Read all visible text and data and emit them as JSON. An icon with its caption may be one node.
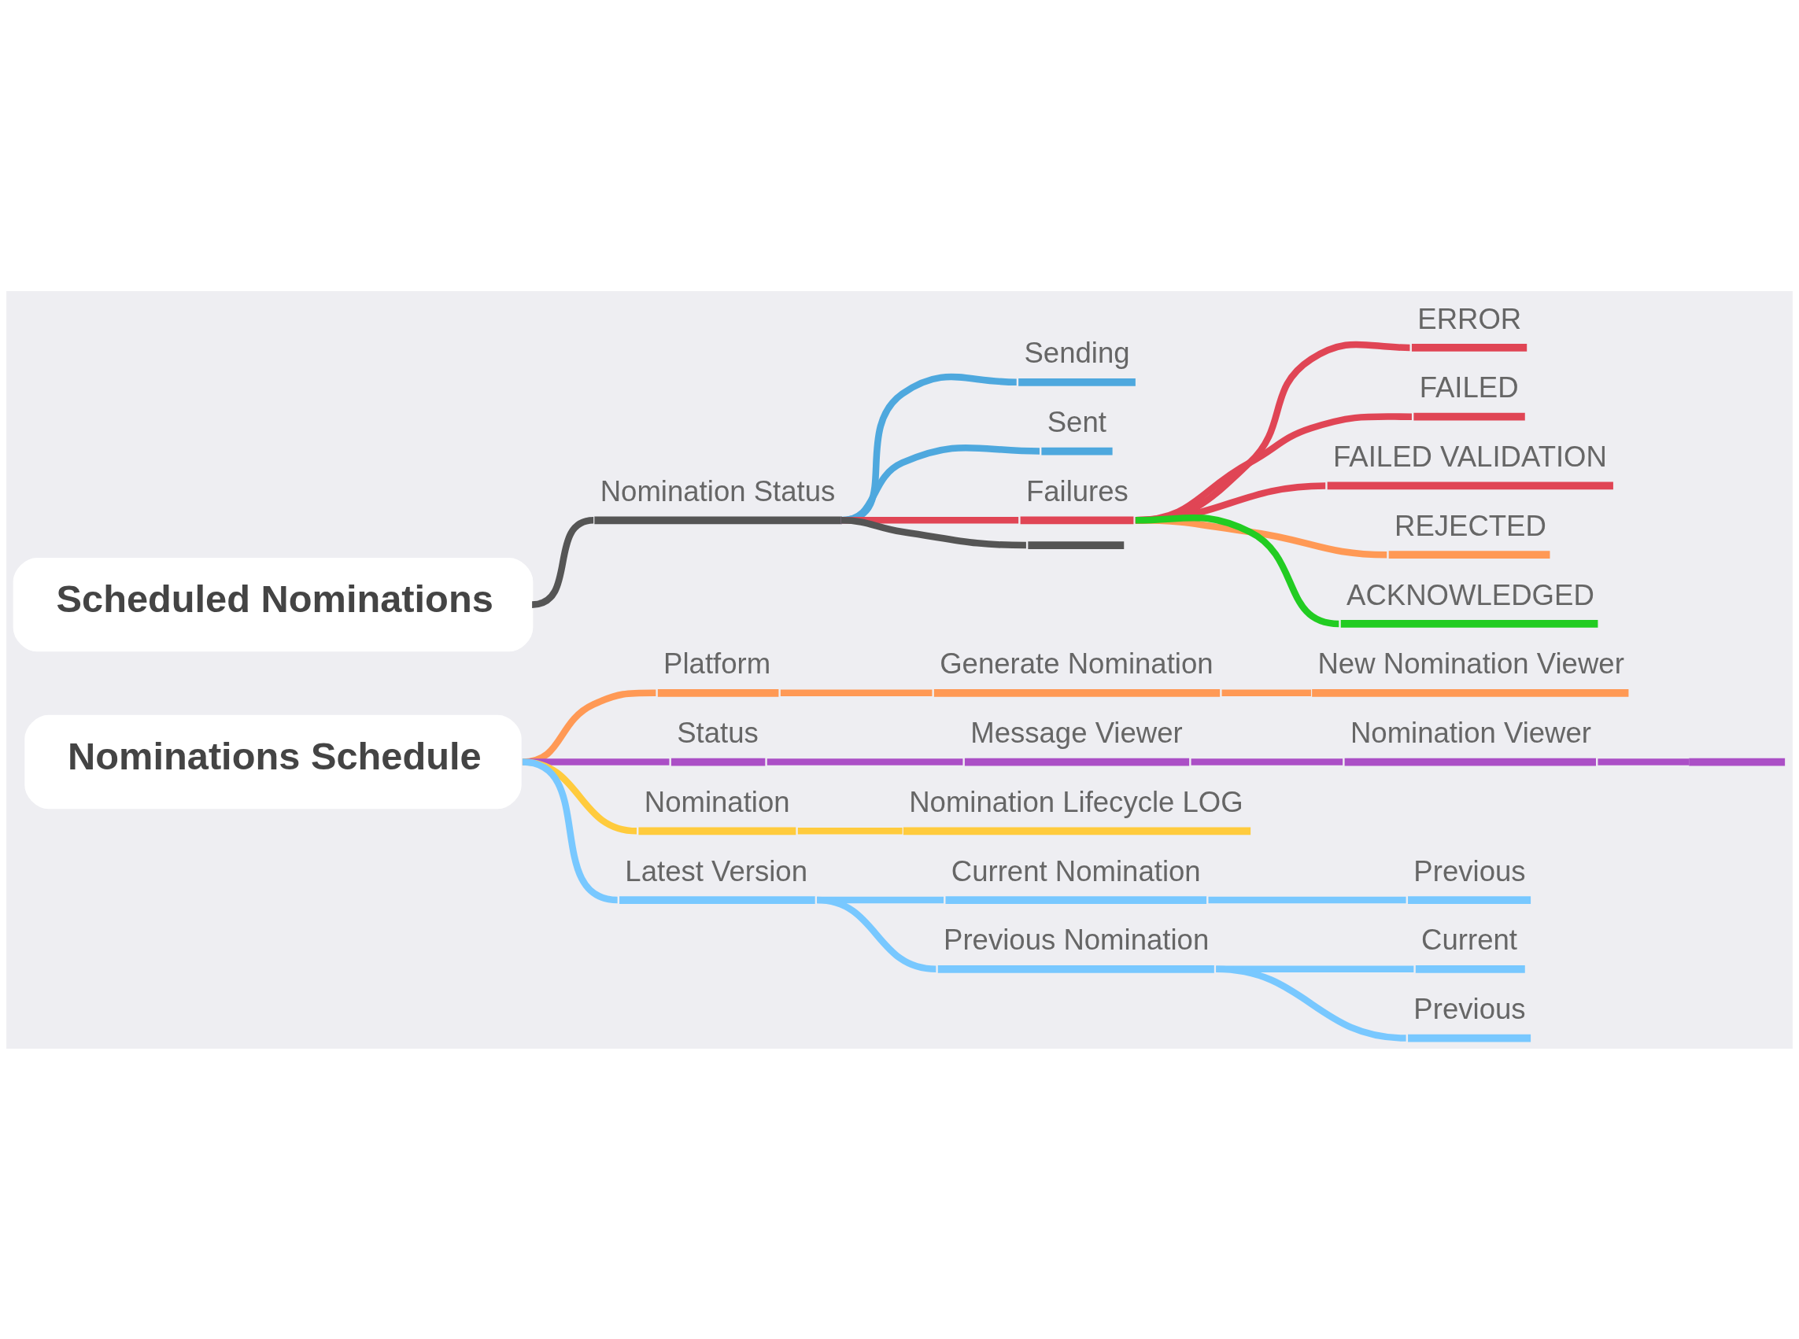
{
  "diagram": {
    "nodes": [
      {
        "text": [
          "Scheduled Nominations"
        ]
      },
      {
        "text": [
          "Nomination Status"
        ]
      },
      {
        "text": [
          "Sending"
        ]
      },
      {
        "text": [
          "Sent"
        ]
      },
      {
        "text": [
          "Failures"
        ]
      },
      {
        "text": [
          "ERROR"
        ]
      },
      {
        "text": [
          "FAILED"
        ]
      },
      {
        "text": [
          "FAILED VALIDATION"
        ]
      },
      {
        "text": [
          "REJECTED"
        ]
      },
      {
        "text": [
          "ACKNOWLEDGED"
        ]
      },
      {
        "text": [],
        "shape": "bar"
      },
      {
        "text": [
          "Nominations Schedule"
        ]
      },
      {
        "text": [
          "Platform"
        ]
      },
      {
        "text": [
          "Generate Nomination"
        ]
      },
      {
        "text": [
          "New Nomination Viewer"
        ]
      },
      {
        "text": [
          "Status"
        ]
      },
      {
        "text": [
          "Message Viewer"
        ]
      },
      {
        "text": [
          "Nomination Viewer"
        ]
      },
      {
        "text": [],
        "shape": "bar"
      },
      {
        "text": [
          "Nomination"
        ]
      },
      {
        "text": [
          "Nomination Lifecycle LOG"
        ]
      },
      {
        "text": [
          "Latest Version"
        ]
      },
      {
        "text": [
          "Current Nomination"
        ]
      },
      {
        "text": [
          "Previous"
        ]
      },
      {
        "text": [
          "Previous Nomination"
        ]
      },
      {
        "text": [
          "Current"
        ]
      },
      {
        "text": [
          "Previous"
        ]
      }
    ],
    "edges": [
      {
        "from": 0,
        "to": 1,
        "arrow": "none",
        "color": "#555555"
      },
      {
        "from": 1,
        "to": 2,
        "arrow": "none",
        "color": "#4ea8de"
      },
      {
        "from": 1,
        "to": 3,
        "arrow": "none",
        "color": "#4ea8de"
      },
      {
        "from": 1,
        "to": 4,
        "arrow": "none",
        "color": "#e04555"
      },
      {
        "from": 4,
        "to": 5,
        "arrow": "none",
        "color": "#e04555"
      },
      {
        "from": 4,
        "to": 6,
        "arrow": "none",
        "color": "#e04555"
      },
      {
        "from": 4,
        "to": 7,
        "arrow": "none",
        "color": "#e04555"
      },
      {
        "from": 4,
        "to": 8,
        "arrow": "none",
        "color": "#ff9955"
      },
      {
        "from": 4,
        "to": 9,
        "arrow": "none",
        "color": "#22cc22"
      },
      {
        "from": 1,
        "to": 10,
        "arrow": "none",
        "color": "#555555"
      },
      {
        "from": 11,
        "to": 12,
        "arrow": "none",
        "color": "#ff9955"
      },
      {
        "from": 12,
        "to": 13,
        "arrow": "none",
        "color": "#ff9955"
      },
      {
        "from": 13,
        "to": 14,
        "arrow": "none",
        "color": "#ff9955"
      },
      {
        "from": 11,
        "to": 15,
        "arrow": "none",
        "color": "#ab4fc6"
      },
      {
        "from": 15,
        "to": 16,
        "arrow": "none",
        "color": "#ab4fc6"
      },
      {
        "from": 16,
        "to": 17,
        "arrow": "none",
        "color": "#ab4fc6"
      },
      {
        "from": 17,
        "to": 18,
        "arrow": "none",
        "color": "#ab4fc6"
      },
      {
        "from": 11,
        "to": 19,
        "arrow": "none",
        "color": "#ffcb3d"
      },
      {
        "from": 19,
        "to": 20,
        "arrow": "none",
        "color": "#ffcb3d"
      },
      {
        "from": 11,
        "to": 21,
        "arrow": "none",
        "color": "#78c8ff"
      },
      {
        "from": 21,
        "to": 22,
        "arrow": "none",
        "color": "#78c8ff"
      },
      {
        "from": 22,
        "to": 23,
        "arrow": "none",
        "color": "#78c8ff"
      },
      {
        "from": 21,
        "to": 24,
        "arrow": "none",
        "color": "#78c8ff"
      },
      {
        "from": 24,
        "to": 25,
        "arrow": "none",
        "color": "#78c8ff"
      },
      {
        "from": 24,
        "to": 26,
        "arrow": "none",
        "color": "#78c8ff"
      }
    ]
  }
}
